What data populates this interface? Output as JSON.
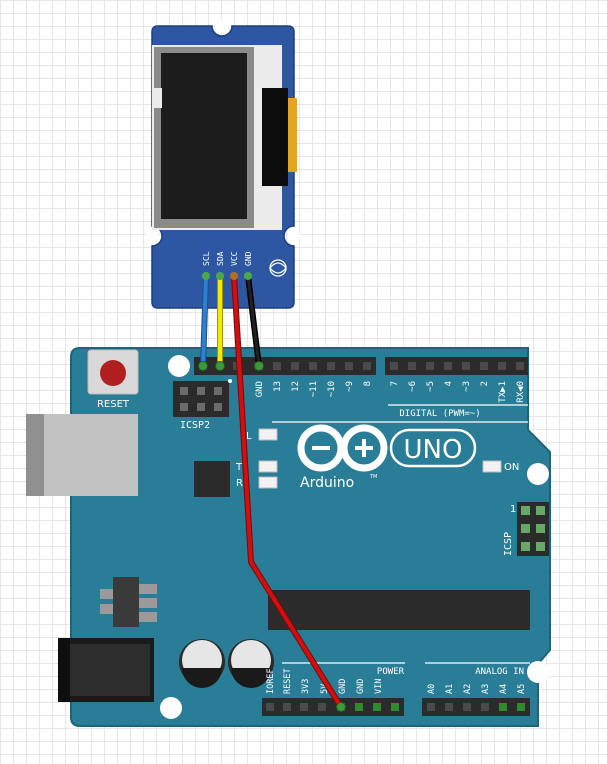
{
  "oled": {
    "pins": [
      "SCL",
      "SDA",
      "VCC",
      "GND"
    ]
  },
  "board": {
    "reset_label": "RESET",
    "icsp2_label": "ICSP2",
    "icsp_label": "ICSP",
    "icsp_pin1": "1",
    "digital_label": "DIGITAL (PWM=~)",
    "digital_pins": [
      "GND",
      "13",
      "12",
      "~11",
      "~10",
      "~9",
      "8",
      "7",
      "~6",
      "~5",
      "4",
      "~3",
      "2",
      "TX▶1",
      "RX◀0"
    ],
    "led_l": "L",
    "led_tx": "TX",
    "led_rx": "RX",
    "on_label": "ON",
    "brand": "Arduino",
    "tm": "TM",
    "model": "UNO",
    "power_label": "POWER",
    "power_pins": [
      "IOREF",
      "RESET",
      "3V3",
      "5V",
      "GND",
      "GND",
      "VIN"
    ],
    "analog_label": "ANALOG IN",
    "analog_pins": [
      "A0",
      "A1",
      "A2",
      "A3",
      "A4",
      "A5"
    ]
  },
  "colors": {
    "board": "#2a7d96",
    "board_dark": "#1b6479",
    "module": "#2d56a3",
    "wire_scl": "#2f7fd0",
    "wire_sda": "#f2ea00",
    "wire_vcc": "#d01010",
    "wire_gnd": "#111111"
  }
}
